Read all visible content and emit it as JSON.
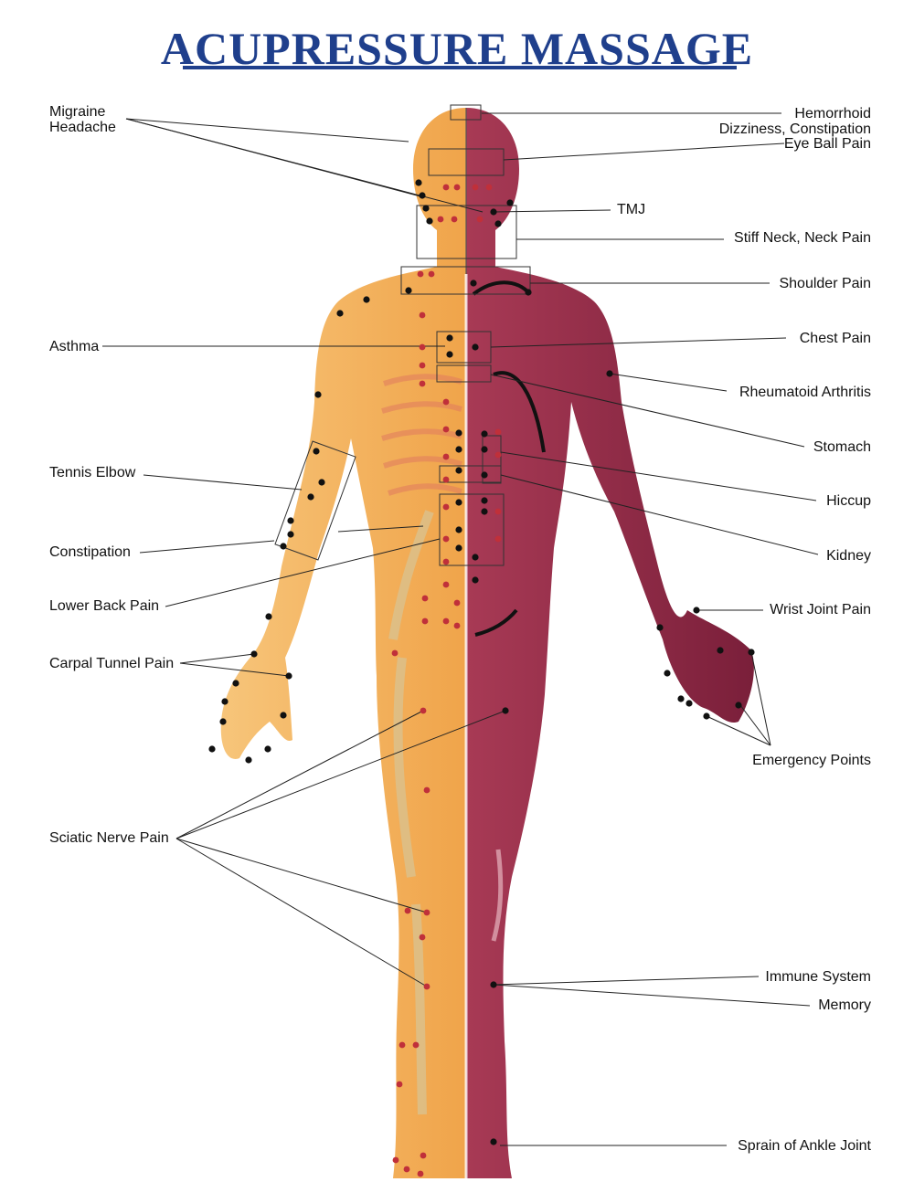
{
  "title": "ACUPRESSURE MASSAGE",
  "labels": {
    "migraine_1": "Migraine",
    "migraine_2": "Headache",
    "hemorrhoid": "Hemorrhoid",
    "dizziness": "Dizziness, Constipation",
    "eye_ball": "Eye Ball Pain",
    "tmj": "TMJ",
    "stiff_neck": "Stiff Neck, Neck Pain",
    "shoulder": "Shoulder Pain",
    "asthma": "Asthma",
    "chest": "Chest Pain",
    "rheumatoid": "Rheumatoid Arthritis",
    "stomach": "Stomach",
    "tennis_elbow": "Tennis Elbow",
    "hiccup": "Hiccup",
    "constipation": "Constipation",
    "kidney": "Kidney",
    "lower_back": "Lower Back Pain",
    "wrist": "Wrist Joint Pain",
    "carpal": "Carpal Tunnel Pain",
    "emergency": "Emergency Points",
    "sciatic": "Sciatic Nerve Pain",
    "immune": "Immune System",
    "memory": "Memory",
    "ankle": "Sprain of Ankle Joint"
  },
  "colors": {
    "title": "#1f3f8c",
    "skin": "#f3b25a",
    "bone": "#e7d7a6",
    "muscle": "#8e2a45",
    "point_black": "#111111",
    "point_red": "#c0303a"
  }
}
